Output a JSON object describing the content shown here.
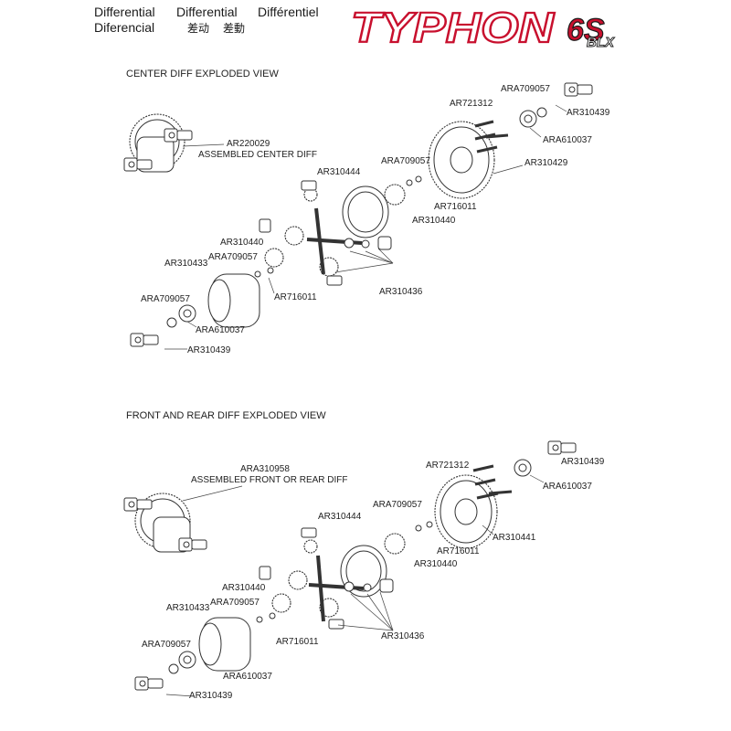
{
  "header": {
    "titles": [
      "Differential",
      "Differential",
      "Différentiel",
      "Diferencial",
      "差动",
      "差動"
    ]
  },
  "logo": {
    "brand": "TYPHON",
    "model": "6S",
    "version": "BLX",
    "colors": {
      "brand": "#c8102e",
      "outline": "#1a1a1a"
    }
  },
  "center_view": {
    "title": "CENTER DIFF EXPLODED VIEW",
    "assembled": [
      "AR220029",
      "ASSEMBLED CENTER DIFF"
    ],
    "labels": [
      "ARA709057",
      "AR310439",
      "AR721312",
      "ARA610037",
      "ARA709057",
      "AR310429",
      "AR310444",
      "AR716011",
      "AR310440",
      "AR310440",
      "ARA709057",
      "AR310433",
      "AR716011",
      "AR310436",
      "ARA709057",
      "ARA610037",
      "AR310439"
    ]
  },
  "front_rear_view": {
    "title": "FRONT AND REAR DIFF EXPLODED VIEW",
    "assembled": [
      "ARA310958",
      "ASSEMBLED FRONT OR REAR DIFF"
    ],
    "labels": [
      "AR721312",
      "AR310439",
      "ARA610037",
      "ARA709057",
      "AR310441",
      "AR310444",
      "AR716011",
      "AR310440",
      "AR310440",
      "ARA709057",
      "AR310433",
      "AR716011",
      "AR310436",
      "ARA709057",
      "ARA610037",
      "AR310439"
    ]
  }
}
